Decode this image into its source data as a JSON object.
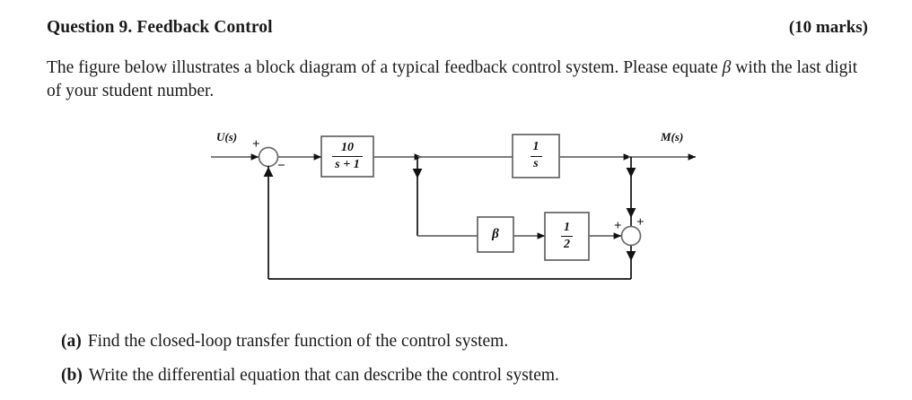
{
  "header": {
    "title": "Question 9. Feedback Control",
    "marks": "(10 marks)"
  },
  "intro": {
    "text_part1": "The figure below illustrates a block diagram of a typical feedback control system. Please equate ",
    "beta_symbol": "β",
    "text_part2": " with the last digit of your student number."
  },
  "diagram": {
    "input_label": "U(s)",
    "output_label": "M(s)",
    "sum_left": {
      "plus_sign": "+",
      "minus_sign": "−"
    },
    "sum_right": {
      "plus_sign_top": "+",
      "plus_sign_left": "+"
    },
    "blocks": [
      {
        "name": "plant-lag",
        "numerator": "10",
        "denominator": "s + 1"
      },
      {
        "name": "integrator",
        "numerator": "1",
        "denominator": "s"
      },
      {
        "name": "gain-beta",
        "label": "β"
      },
      {
        "name": "gain-half",
        "numerator": "1",
        "denominator": "2"
      }
    ],
    "colors": {
      "line": "#6b6b6b",
      "line_dark": "#111111",
      "block_border": "#5a5a5a",
      "background": "#ffffff"
    }
  },
  "subquestions": [
    {
      "tag": "(a)",
      "text": "Find the closed-loop transfer function of the control system."
    },
    {
      "tag": "(b)",
      "text": "Write the differential equation that can describe the control system."
    }
  ]
}
